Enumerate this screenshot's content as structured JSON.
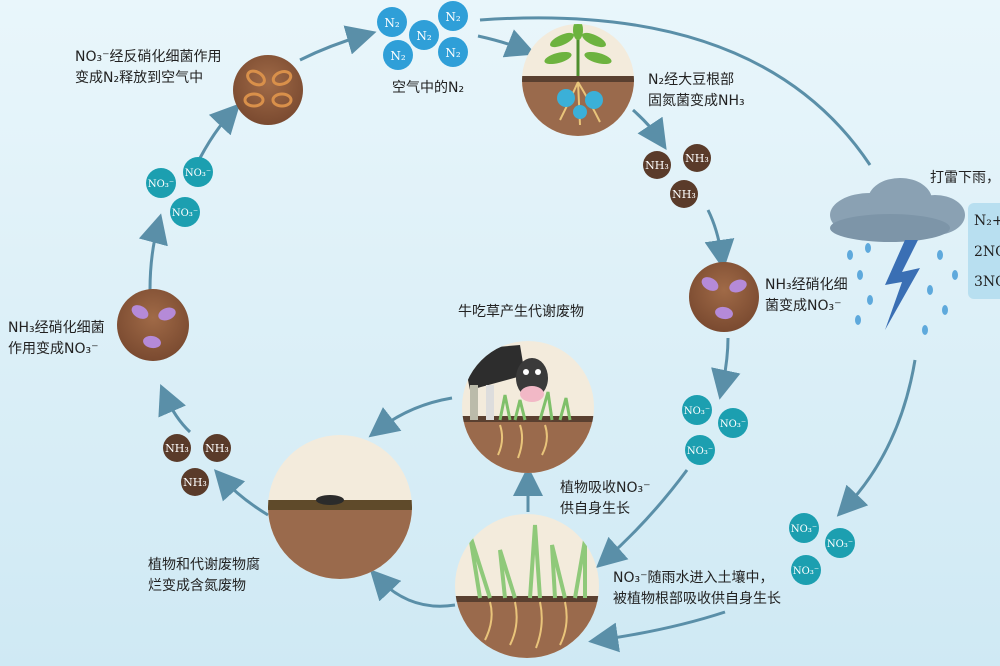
{
  "labels": {
    "air_n2": "空气中的N₂",
    "soybean": "N₂经大豆根部\n固氮菌变成NH₃",
    "thunder": "打雷下雨，",
    "nitrify_right": "NH₃经硝化细\n菌变成NO₃⁻",
    "cow": "牛吃草产生代谢废物",
    "absorb_mid": "植物吸收NO₃⁻\n供自身生长",
    "rain_soil": "NO₃⁻随雨水进入土壤中，\n被植物根部吸收供自身生长",
    "decay": "植物和代谢废物腐\n烂变成含氮废物",
    "nitrify_left": "NH₃经硝化细菌\n作用变成NO₃⁻",
    "denitrify": "NO₃⁻经反硝化细菌作用\n变成N₂释放到空气中"
  },
  "equations": [
    "N₂+",
    "2NO",
    "3NO"
  ],
  "molecules": {
    "n2": "N₂",
    "nh3": "NH₃",
    "no3": "NO₃⁻"
  },
  "colors": {
    "n2": "#2f9fd8",
    "nh3": "#5a3b2a",
    "no3": "#1c9fb0",
    "soil": "#9a6a4c",
    "arrow": "#5a8fa8",
    "bacteria_orange": "#d9904a",
    "bacteria_purple": "#b58ad8"
  }
}
